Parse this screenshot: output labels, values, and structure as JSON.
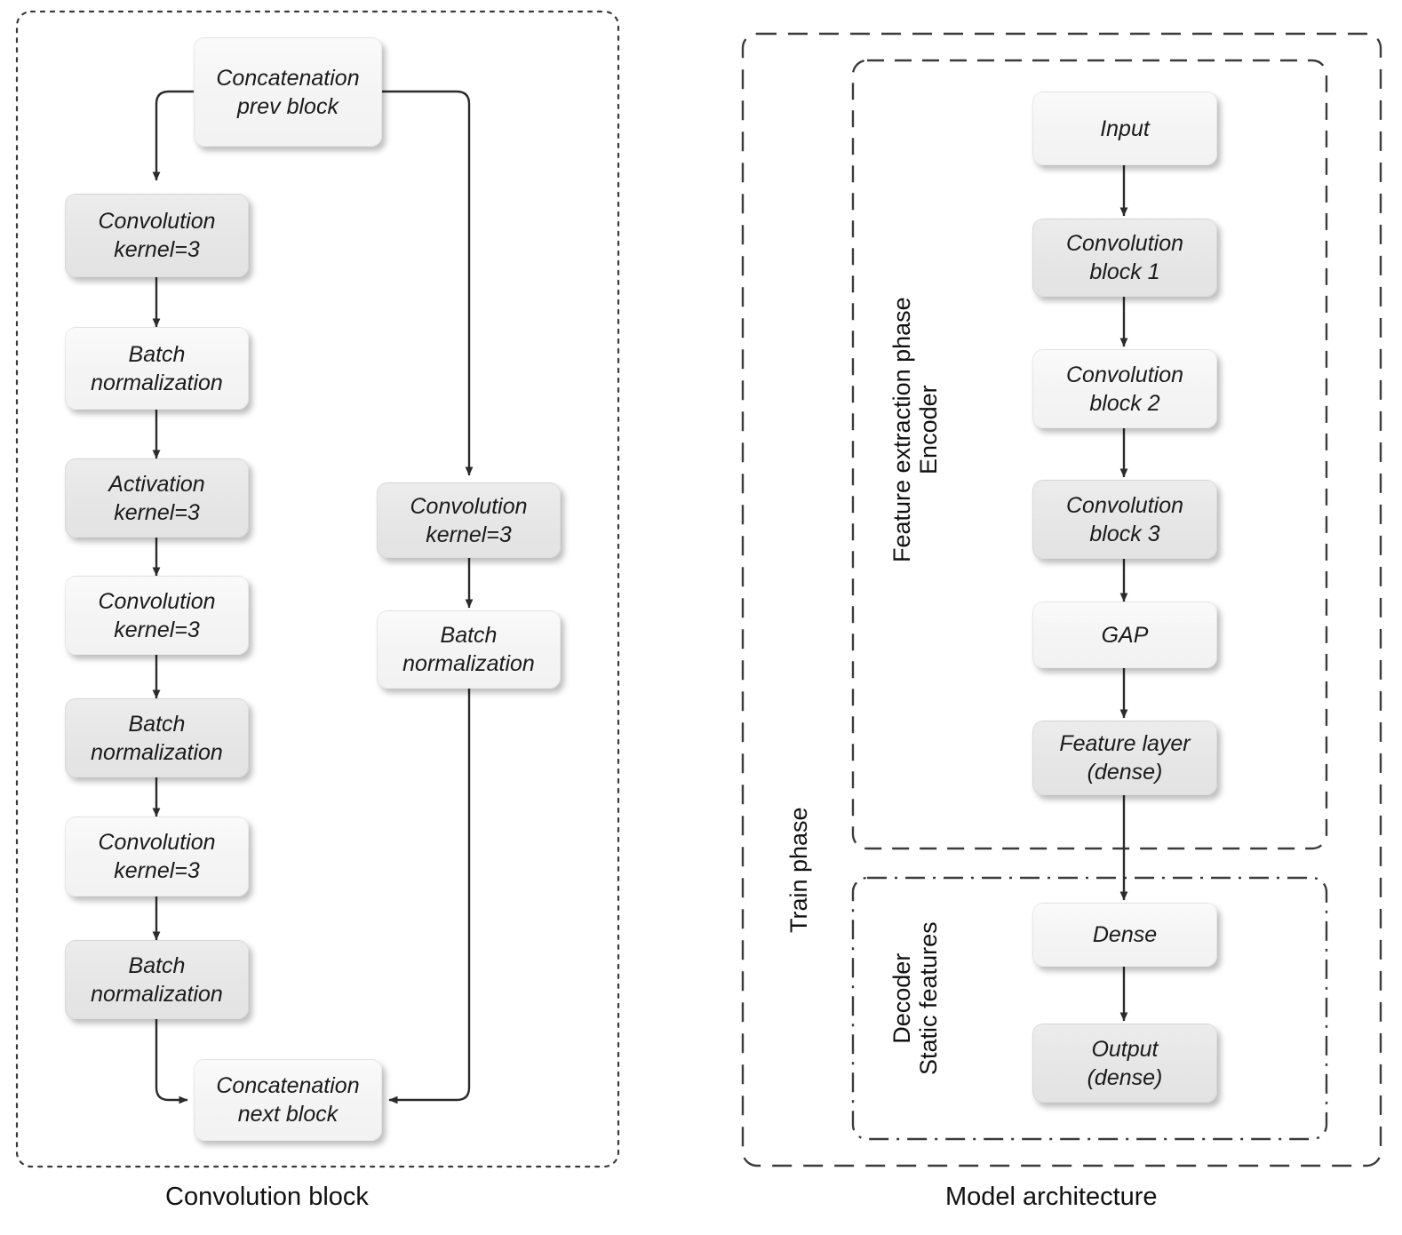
{
  "figure": {
    "left_panel": {
      "caption": "Convolution block",
      "nodes": {
        "concat_prev": "Concatenation\nprev block",
        "conv1": "Convolution\nkernel=3",
        "bn1": "Batch\nnormalization",
        "activation": "Activation\nkernel=3",
        "conv2": "Convolution\nkernel=3",
        "bn2": "Batch\nnormalization",
        "conv3": "Convolution\nkernel=3",
        "bn3": "Batch\nnormalization",
        "concat_next": "Concatenation\nnext block",
        "skip_conv": "Convolution\nkernel=3",
        "skip_bn": "Batch\nnormalization"
      },
      "node_lines": {
        "concat_prev": [
          "Concatenation",
          "prev block"
        ],
        "conv1": [
          "Convolution",
          "kernel=3"
        ],
        "bn1": [
          "Batch",
          "normalization"
        ],
        "activation": [
          "Activation",
          "kernel=3"
        ],
        "conv2": [
          "Convolution",
          "kernel=3"
        ],
        "bn2": [
          "Batch",
          "normalization"
        ],
        "conv3": [
          "Convolution",
          "kernel=3"
        ],
        "bn3": [
          "Batch",
          "normalization"
        ],
        "concat_next": [
          "Concatenation",
          "next block"
        ],
        "skip_conv": [
          "Convolution",
          "kernel=3"
        ],
        "skip_bn": [
          "Batch",
          "normalization"
        ]
      }
    },
    "right_panel": {
      "caption": "Model architecture",
      "group_labels": {
        "train_phase": "Train phase",
        "encoder_l1": "Feature extraction phase",
        "encoder_l2": "Encoder",
        "decoder_l1": "Decoder",
        "decoder_l2": "Static features"
      },
      "node_lines": {
        "input": [
          "Input"
        ],
        "conv_block_1": [
          "Convolution",
          "block 1"
        ],
        "conv_block_2": [
          "Convolution",
          "block 2"
        ],
        "conv_block_3": [
          "Convolution",
          "block 3"
        ],
        "gap": [
          "GAP"
        ],
        "feature_layer": [
          "Feature layer",
          "(dense)"
        ],
        "dense": [
          "Dense"
        ],
        "output": [
          "Output",
          "(dense)"
        ]
      }
    },
    "colors": {
      "node_light": "#f5f5f5",
      "node_dark": "#e8e8e8",
      "stroke": "#333333",
      "frame": "#3b3b3b",
      "text": "#1b1b1b",
      "background": "#ffffff"
    }
  }
}
